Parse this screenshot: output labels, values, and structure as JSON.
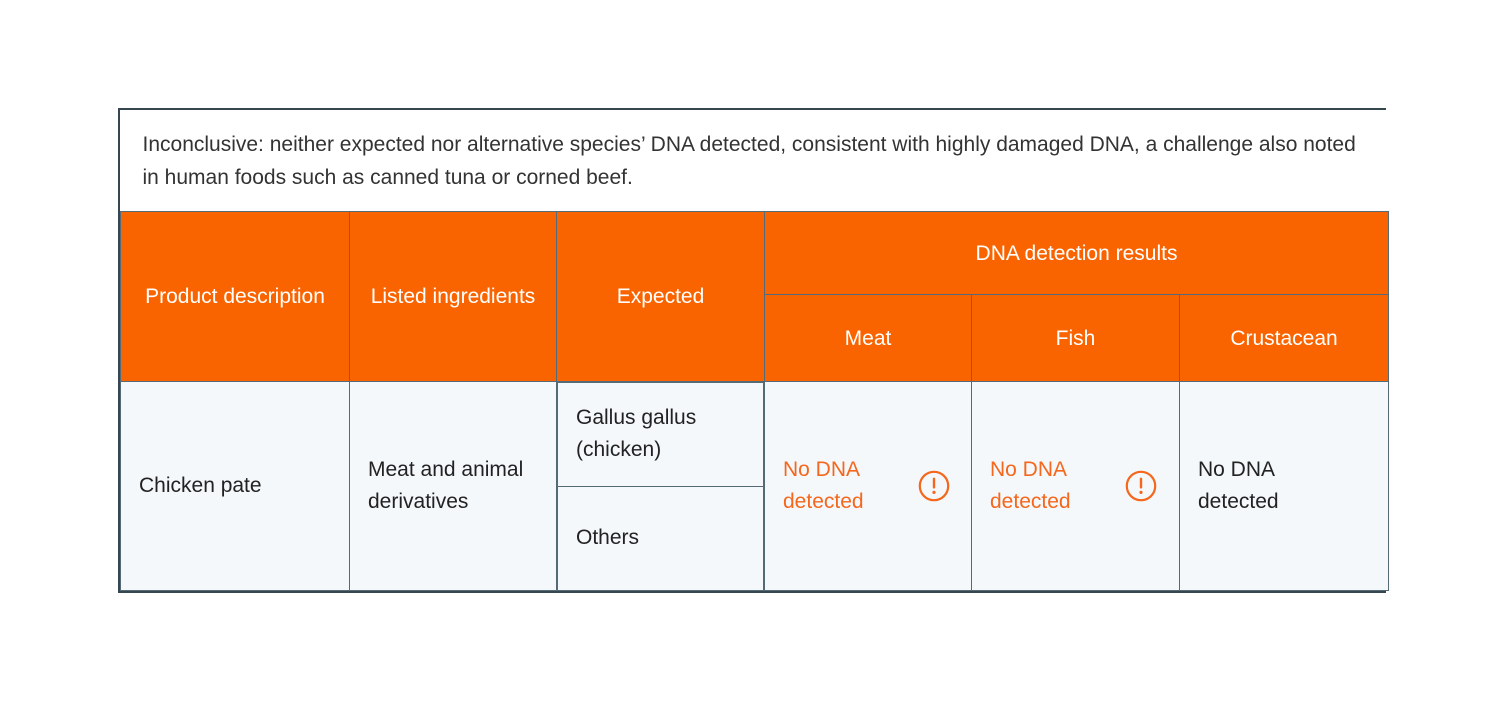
{
  "colors": {
    "header_orange": "#F96400",
    "alert_orange": "#F4671C",
    "border": "#546A77",
    "outer_border": "#37474F",
    "body_bg": "#F4F8FB",
    "page_bg": "#FFFFFF",
    "text_dark": "#222222"
  },
  "caption": {
    "text": "Inconclusive: neither expected nor alternative species’ DNA detected, consistent with highly damaged DNA, a challenge also noted in human foods such as canned tuna or corned beef."
  },
  "table": {
    "headers": {
      "product_description": "Product description",
      "listed_ingredients": "Listed ingredients",
      "expected": "Expected",
      "results_group": "DNA detection results",
      "meat": "Meat",
      "fish": "Fish",
      "crustacean": "Crustacean"
    },
    "rows": [
      {
        "product_description": "Chicken pate",
        "listed_ingredients": "Meat and animal derivatives",
        "expected": [
          "Gallus gallus (chicken)",
          "Others"
        ],
        "results": {
          "meat": {
            "text": "No DNA detected",
            "alert": true,
            "icon": "exclamation-circle-icon"
          },
          "fish": {
            "text": "No DNA detected",
            "alert": true,
            "icon": "exclamation-circle-icon"
          },
          "crustacean": {
            "text": "No DNA detected",
            "alert": false,
            "icon": null
          }
        }
      }
    ]
  }
}
